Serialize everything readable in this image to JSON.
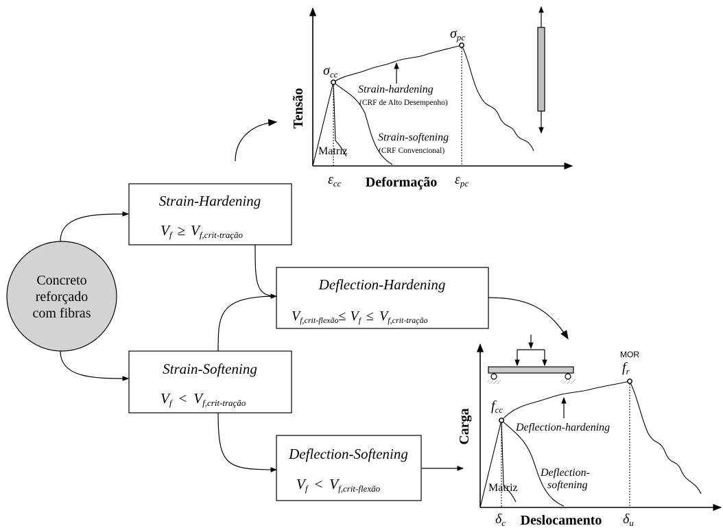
{
  "root_node": {
    "line1": "Concreto",
    "line2": "reforçado",
    "line3": "com fibras",
    "fill": "#d3d3d3"
  },
  "boxes": {
    "strain_hardening": {
      "title": "Strain-Hardening",
      "cond_lhs": "V",
      "cond_lhs_sub": "f",
      "cond_op": "≥",
      "cond_rhs": "V",
      "cond_rhs_sub": "f,crit-tração"
    },
    "strain_softening": {
      "title": "Strain-Softening",
      "cond_lhs": "V",
      "cond_lhs_sub": "f",
      "cond_op": "<",
      "cond_rhs": "V",
      "cond_rhs_sub": "f,crit-tração"
    },
    "deflection_hardening": {
      "title": "Deflection-Hardening",
      "cond_a": "V",
      "cond_a_sub": "f,crit-flexão",
      "cond_op1": "≤",
      "cond_b": "V",
      "cond_b_sub": "f",
      "cond_op2": "≤",
      "cond_c": "V",
      "cond_c_sub": "f,crit-tração"
    },
    "deflection_softening": {
      "title": "Deflection-Softening",
      "cond_lhs": "V",
      "cond_lhs_sub": "f",
      "cond_op": "<",
      "cond_rhs": "V",
      "cond_rhs_sub": "f,crit-flexão"
    }
  },
  "tension_chart": {
    "ylabel": "Tensão",
    "xlabel": "Deformação",
    "peak_first": "σ",
    "peak_first_sub": "cc",
    "peak_post": "σ",
    "peak_post_sub": "pc",
    "strain_first": "ε",
    "strain_first_sub": "cc",
    "strain_post": "ε",
    "strain_post_sub": "pc",
    "hardening_label": "Strain-hardening",
    "hardening_note": "(CRF de Alto Desempenho)",
    "softening_label": "Strain-softening",
    "softening_note": "(CRF Convencional)",
    "matrix_label": "Matriz",
    "specimen_color": "#c0c0c0"
  },
  "load_chart": {
    "ylabel": "Carga",
    "xlabel": "Deslocamento",
    "mor_label": "MOR",
    "peak_first": "f",
    "peak_first_sub": "cc",
    "peak_post": "f",
    "peak_post_sub": "r",
    "disp_first": "δ",
    "disp_first_sub": "c",
    "disp_post": "δ",
    "disp_post_sub": "u",
    "hardening_label": "Deflection-hardening",
    "softening_label_1": "Deflection-",
    "softening_label_2": "softening",
    "matrix_label": "Matriz",
    "beam_color": "#c8c8c8"
  }
}
